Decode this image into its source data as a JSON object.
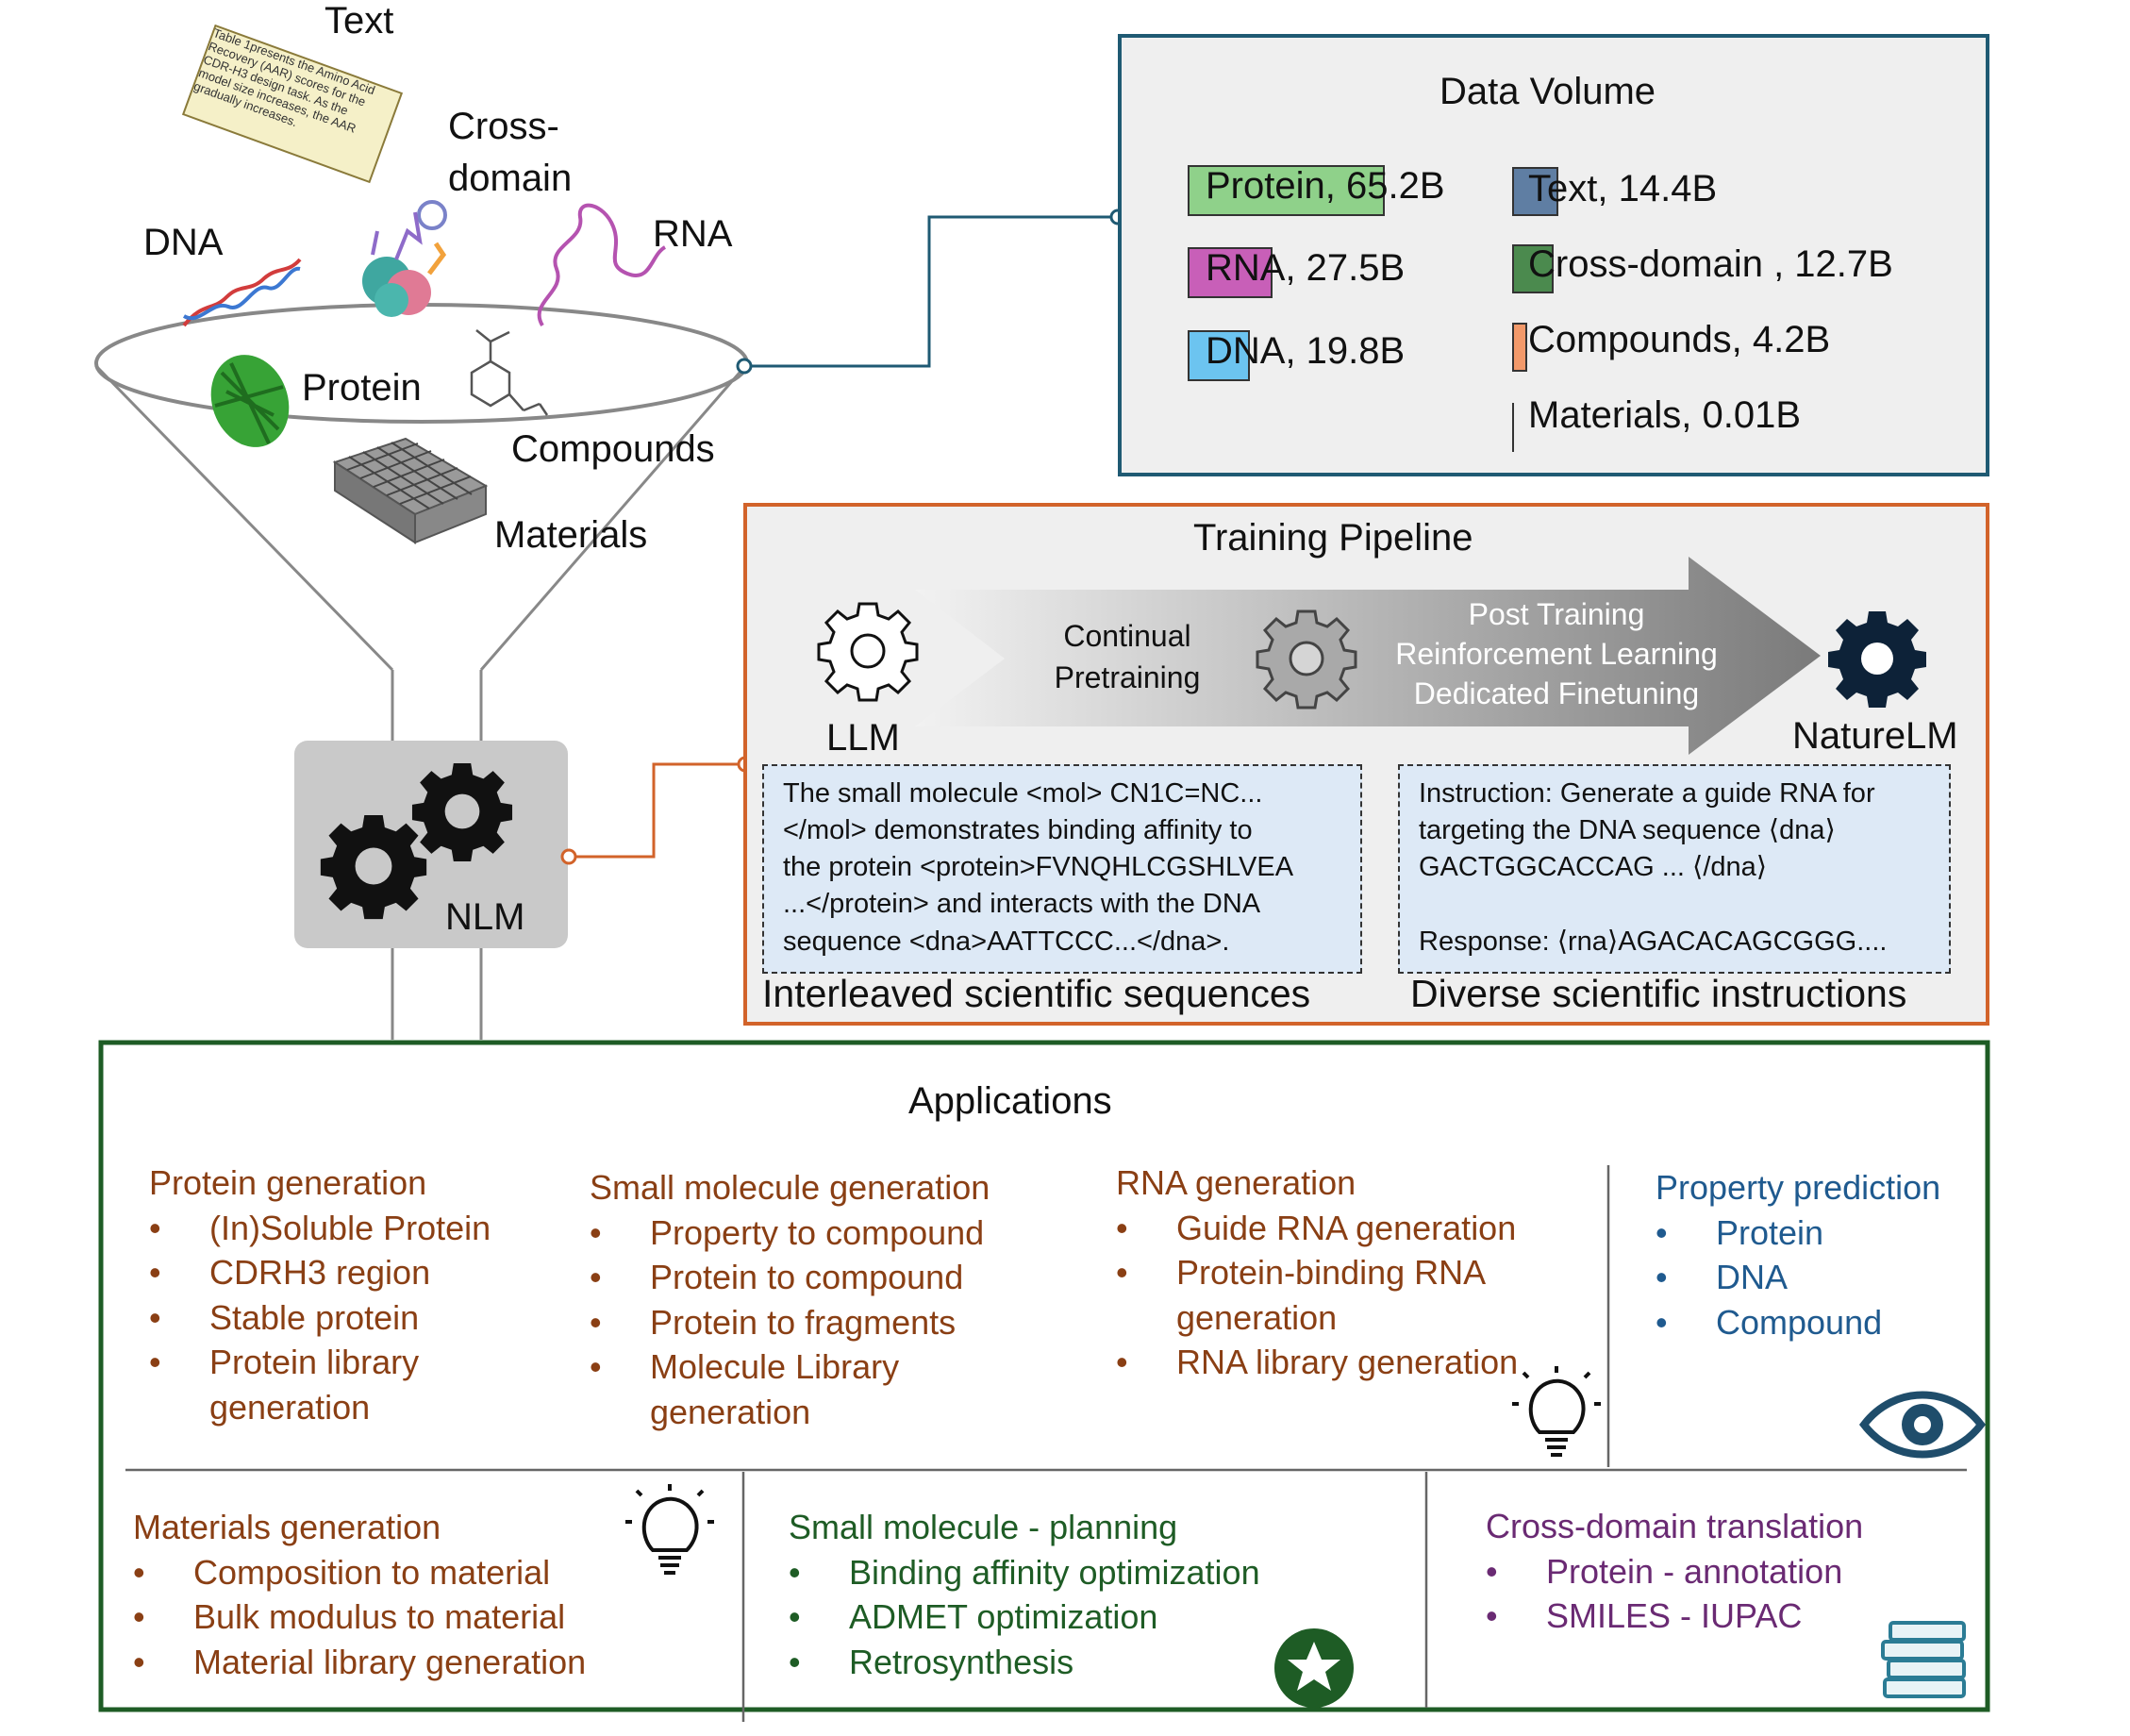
{
  "funnel": {
    "text_label": "Text",
    "text_note": "Table 1presents the Amino Acid Recovery (AAR) scores for the CDR-H3 design task. As the model size increases, the AAR gradually increases.",
    "cross_domain_label_1": "Cross-",
    "cross_domain_label_2": "domain",
    "dna_label": "DNA",
    "rna_label": "RNA",
    "protein_label": "Protein",
    "compounds_label": "Compounds",
    "materials_label": "Materials",
    "nlm_label": "NLM"
  },
  "data_volume": {
    "title": "Data Volume",
    "items": [
      {
        "label": "Protein, 65.2B",
        "color": "#8fd18a"
      },
      {
        "label": "RNA, 27.5B",
        "color": "#c85fb8"
      },
      {
        "label": "DNA, 19.8B",
        "color": "#6cc4f0"
      },
      {
        "label": "Text, 14.4B",
        "color": "#5f7ea3"
      },
      {
        "label": "Cross-domain , 12.7B",
        "color": "#4b8a4e"
      },
      {
        "label": "Compounds, 4.2B",
        "color": "#f2996a"
      },
      {
        "label": "Materials, 0.01B",
        "color": "#333333"
      }
    ]
  },
  "training": {
    "title": "Training Pipeline",
    "llm_label": "LLM",
    "naturelm_label": "NatureLM",
    "stage1_line1": "Continual",
    "stage1_line2": "Pretraining",
    "stage2_line1": "Post Training",
    "stage2_line2": "Reinforcement Learning",
    "stage2_line3": "Dedicated Finetuning",
    "seq_example": "The small molecule <mol> CN1C=NC...\n</mol> demonstrates binding affinity to\nthe protein <protein>FVNQHLCGSHLVEA\n...</protein> and interacts with the DNA\nsequence <dna>AATTCCC...</dna>.",
    "instr_example": "Instruction: Generate a guide RNA for\ntargeting the DNA sequence ⟨dna⟩\nGACTGGCACCAG ... ⟨/dna⟩\n\nResponse: ⟨rna⟩AGACACAGCGGG....",
    "seq_caption": "Interleaved scientific sequences",
    "instr_caption": "Diverse scientific instructions"
  },
  "applications": {
    "title": "Applications",
    "protein": {
      "head": "Protein generation",
      "items": [
        "(In)Soluble Protein",
        "CDRH3 region",
        "Stable protein",
        "Protein library generation"
      ]
    },
    "small_molecule": {
      "head": "Small molecule generation",
      "items": [
        "Property to compound",
        "Protein to compound",
        "Protein to fragments",
        "Molecule Library generation"
      ]
    },
    "rna": {
      "head": "RNA generation",
      "items": [
        "Guide RNA generation",
        "Protein-binding RNA generation",
        "RNA library generation"
      ]
    },
    "property": {
      "head": "Property prediction",
      "items": [
        "Protein",
        "DNA",
        "Compound"
      ]
    },
    "materials": {
      "head": "Materials generation",
      "items": [
        "Composition to material",
        "Bulk modulus to material",
        "Material library generation"
      ]
    },
    "planning": {
      "head": "Small molecule - planning",
      "items": [
        "Binding affinity optimization",
        "ADMET optimization",
        "Retrosynthesis"
      ]
    },
    "translation": {
      "head": "Cross-domain translation",
      "items": [
        "Protein - annotation",
        "SMILES - IUPAC"
      ]
    }
  },
  "colors": {
    "data_box_border": "#1f5a73",
    "training_box_border": "#d2632a",
    "app_box_border": "#1e5c25",
    "gear_dark": "#0d2238"
  }
}
